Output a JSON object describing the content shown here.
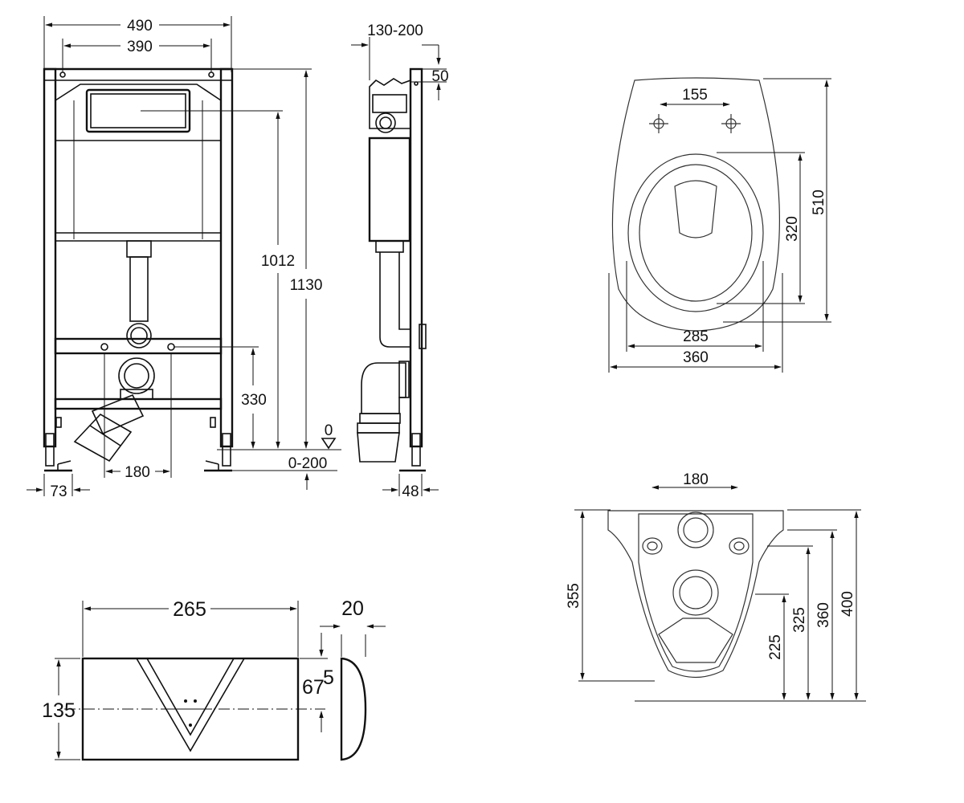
{
  "dimensions": {
    "frame_width": "490",
    "hole_spacing": "390",
    "depth_adjust": "130-200",
    "top_offset": "50",
    "height_1012": "1012",
    "height_1130": "1130",
    "drain_height": "330",
    "zero_mark": "0",
    "floor_adjust": "0-200",
    "drain_offset": "180",
    "foot_width": "73",
    "foot_depth": "48",
    "bolt_spacing_top": "155",
    "seat_length": "320",
    "bowl_length": "510",
    "inner_width": "285",
    "bowl_width": "360",
    "front_bolt_spacing": "180",
    "front_height": "355",
    "inlet_height": "225",
    "bolt_height": "325",
    "rim_height_360": "360",
    "total_height": "400",
    "plate_width": "265",
    "plate_height": "135",
    "plate_thickness": "20",
    "plate_half_a": "67",
    "plate_half_b": "5"
  },
  "colors": {
    "line": "#111111",
    "background": "#ffffff"
  }
}
